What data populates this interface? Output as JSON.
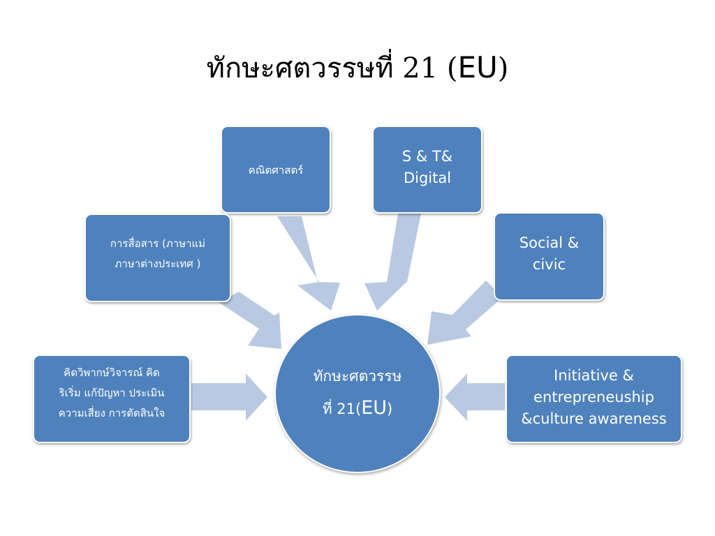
{
  "slide": {
    "title": "ทักษะศตวรรษที่ 21 (",
    "title_eu": "EU",
    "title_close": ")"
  },
  "center": {
    "line1": "ทักษะศตวรรษ",
    "line2_prefix": "ที่ 21(",
    "line2_eu": "EU",
    "line2_close": ")"
  },
  "nodes": {
    "math": {
      "lines": [
        "คณิตศาสตร์"
      ]
    },
    "st_digital": {
      "lines": [
        "S & T&",
        "Digital"
      ]
    },
    "communication": {
      "lines": [
        "การสื่อสาร (ภาษาแม่",
        "ภาษาต่างประเทศ )"
      ]
    },
    "social_civic": {
      "lines": [
        "Social &",
        "civic"
      ]
    },
    "critical_thinking": {
      "lines": [
        "คิดวิพากษ์วิจารณ์ คิด",
        "ริเริ่ม แก้ปัญหา ประเมิน",
        "ความเสี่ยง การตัดสินใจ"
      ]
    },
    "initiative": {
      "lines": [
        "Initiative &",
        "entrepreneuship",
        "&culture awareness"
      ]
    }
  },
  "colors": {
    "node_fill": "#4f81bd",
    "arrow_fill": "#b9c9e2",
    "text": "#ffffff"
  }
}
